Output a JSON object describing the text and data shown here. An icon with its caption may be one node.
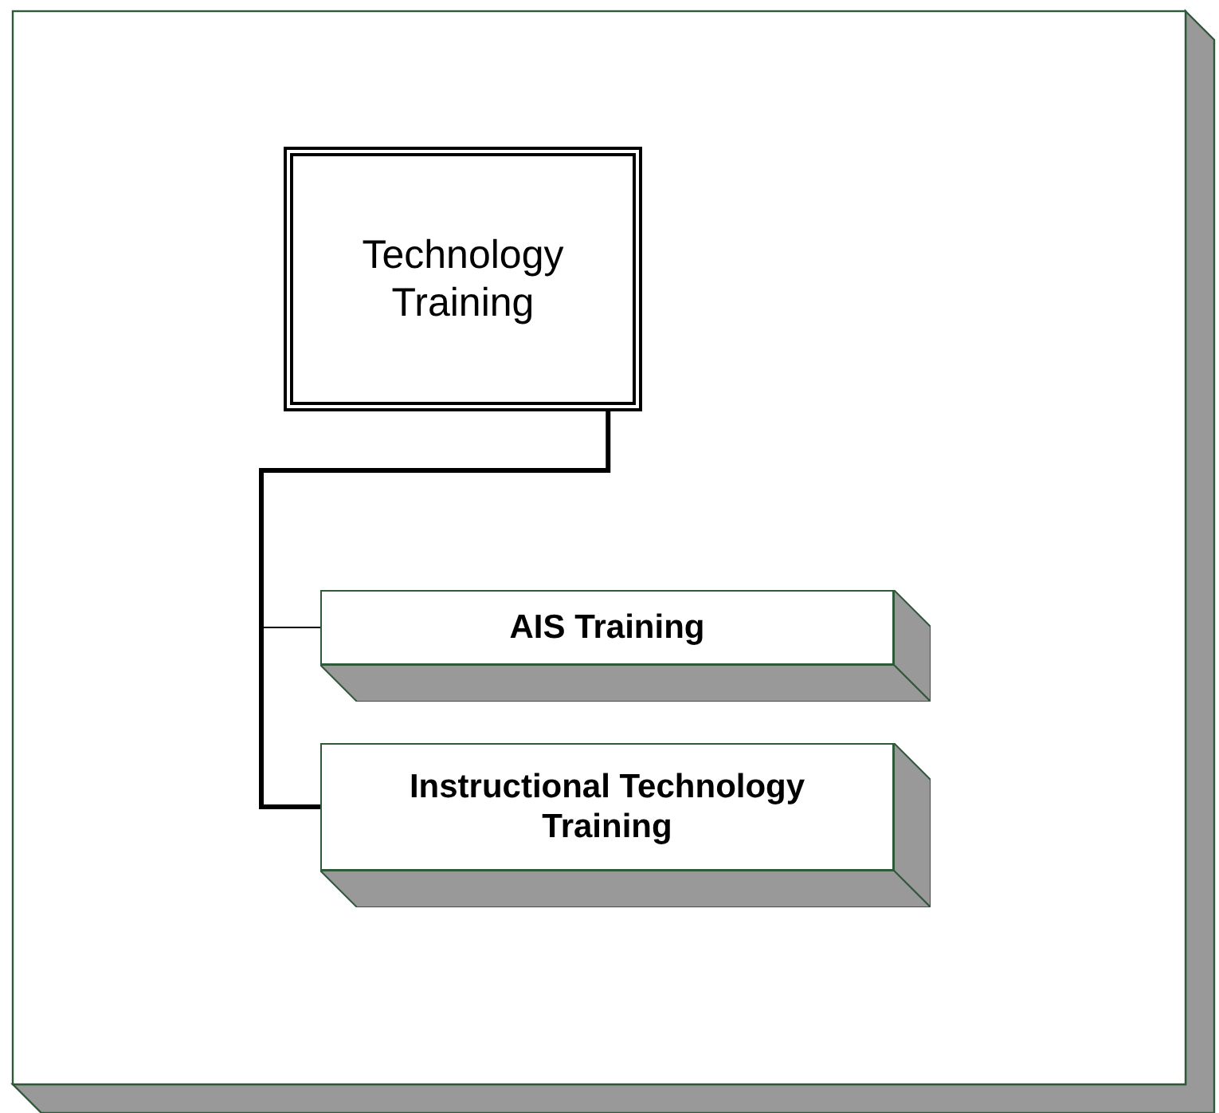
{
  "diagram": {
    "nodes": [
      {
        "text": [
          "Technology Training"
        ]
      },
      {
        "text": [
          "AIS Training"
        ]
      },
      {
        "text": [
          "Instructional Technology Training"
        ]
      }
    ],
    "edges": [
      {
        "from": 0,
        "to": 1,
        "arrow": "none"
      },
      {
        "from": 0,
        "to": 2,
        "arrow": "none",
        "style": "thick"
      }
    ]
  }
}
